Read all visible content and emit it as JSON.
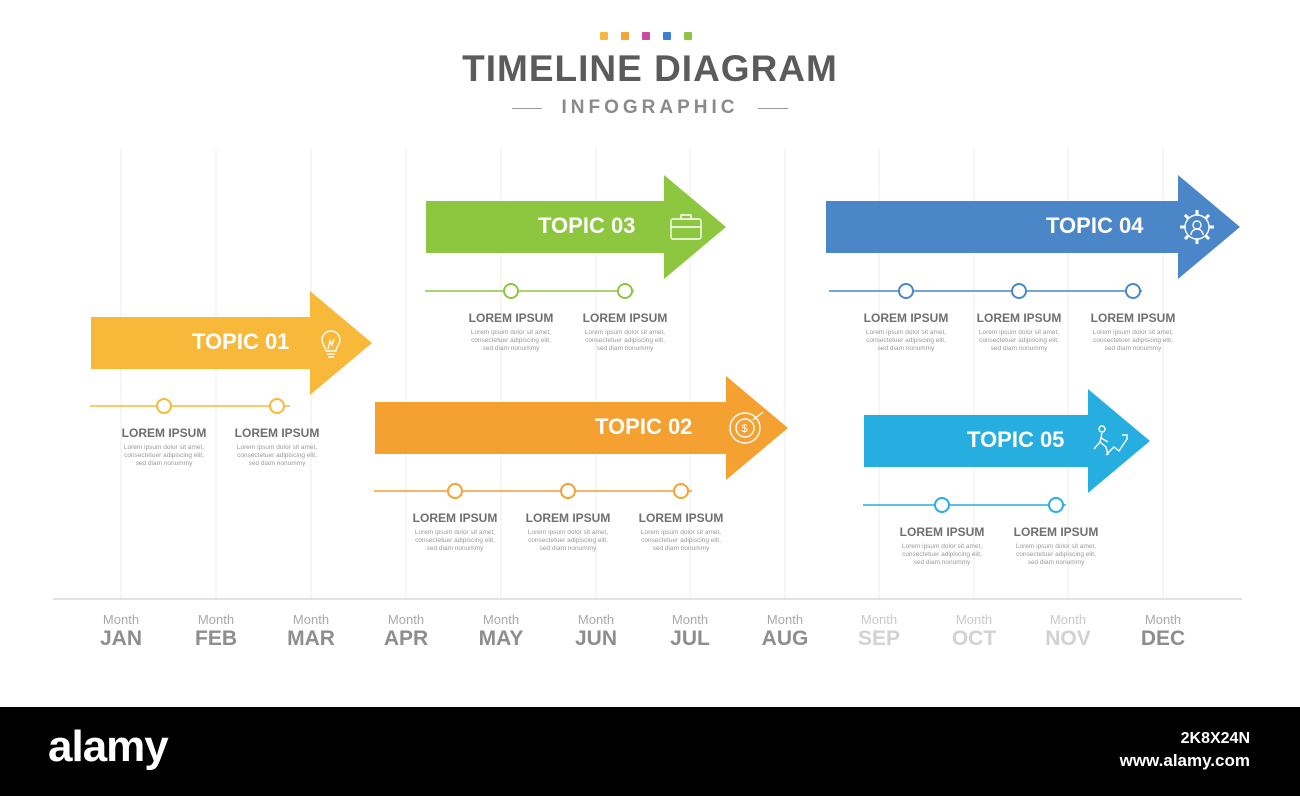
{
  "header": {
    "title": "TIMELINE DIAGRAM",
    "subtitle": "INFOGRAPHIC",
    "dot_colors": [
      "#f6b73c",
      "#f4a33a",
      "#c94aa0",
      "#3c7fd6",
      "#8cc63f"
    ]
  },
  "months": [
    {
      "small": "Month",
      "name": "JAN"
    },
    {
      "small": "Month",
      "name": "FEB"
    },
    {
      "small": "Month",
      "name": "MAR"
    },
    {
      "small": "Month",
      "name": "APR"
    },
    {
      "small": "Month",
      "name": "MAY"
    },
    {
      "small": "Month",
      "name": "JUN"
    },
    {
      "small": "Month",
      "name": "JUL"
    },
    {
      "small": "Month",
      "name": "AUG"
    },
    {
      "small": "Month",
      "name": "SEP"
    },
    {
      "small": "Month",
      "name": "OCT"
    },
    {
      "small": "Month",
      "name": "NOV"
    },
    {
      "small": "Month",
      "name": "DEC"
    }
  ],
  "topics": [
    {
      "label": "TOPIC 01",
      "color": "#f8b83a",
      "icon": "lightbulb-icon",
      "items": [
        {
          "title": "LOREM IPSUM",
          "text": [
            "Lorem ipsum dolor sit amet,",
            "consectetuer adipiscing elit,",
            "sed diam nonummy"
          ]
        },
        {
          "title": "LOREM IPSUM",
          "text": [
            "Lorem ipsum dolor sit amet,",
            "consectetuer adipiscing elit,",
            "sed diam nonummy"
          ]
        }
      ]
    },
    {
      "label": "TOPIC 02",
      "color": "#f4a131",
      "icon": "target-icon",
      "items": [
        {
          "title": "LOREM IPSUM",
          "text": [
            "Lorem ipsum dolor sit amet,",
            "consectetuer adipiscing elit,",
            "sed diam nonummy"
          ]
        },
        {
          "title": "LOREM IPSUM",
          "text": [
            "Lorem ipsum dolor sit amet,",
            "consectetuer adipiscing elit,",
            "sed diam nonummy"
          ]
        },
        {
          "title": "LOREM IPSUM",
          "text": [
            "Lorem ipsum dolor sit amet,",
            "consectetuer adipiscing elit,",
            "sed diam nonummy"
          ]
        }
      ]
    },
    {
      "label": "TOPIC 03",
      "color": "#8dc63f",
      "icon": "briefcase-icon",
      "items": [
        {
          "title": "LOREM IPSUM",
          "text": [
            "Lorem ipsum dolor sit amet,",
            "consectetuer adipiscing elit,",
            "sed diam nonummy"
          ]
        },
        {
          "title": "LOREM IPSUM",
          "text": [
            "Lorem ipsum dolor sit amet,",
            "consectetuer adipiscing elit,",
            "sed diam nonummy"
          ]
        }
      ]
    },
    {
      "label": "TOPIC 04",
      "color": "#4a86c8",
      "icon": "gear-icon",
      "items": [
        {
          "title": "LOREM IPSUM",
          "text": [
            "Lorem ipsum dolor sit amet,",
            "consectetuer adipiscing elit,",
            "sed diam nonummy"
          ]
        },
        {
          "title": "LOREM IPSUM",
          "text": [
            "Lorem ipsum dolor sit amet,",
            "consectetuer adipiscing elit,",
            "sed diam nonummy"
          ]
        },
        {
          "title": "LOREM IPSUM",
          "text": [
            "Lorem ipsum dolor sit amet,",
            "consectetuer adipiscing elit,",
            "sed diam nonummy"
          ]
        }
      ]
    },
    {
      "label": "TOPIC 05",
      "color": "#27aee0",
      "icon": "runner-growth-icon",
      "items": [
        {
          "title": "LOREM IPSUM",
          "text": [
            "Lorem ipsum dolor sit amet,",
            "consectetuer adipiscing elit,",
            "sed diam nonummy"
          ]
        },
        {
          "title": "LOREM IPSUM",
          "text": [
            "Lorem ipsum dolor sit amet,",
            "consectetuer adipiscing elit,",
            "sed diam nonummy"
          ]
        }
      ]
    }
  ],
  "footer": {
    "brand": "alamy",
    "code": "2K8X24N",
    "url": "www.alamy.com"
  }
}
